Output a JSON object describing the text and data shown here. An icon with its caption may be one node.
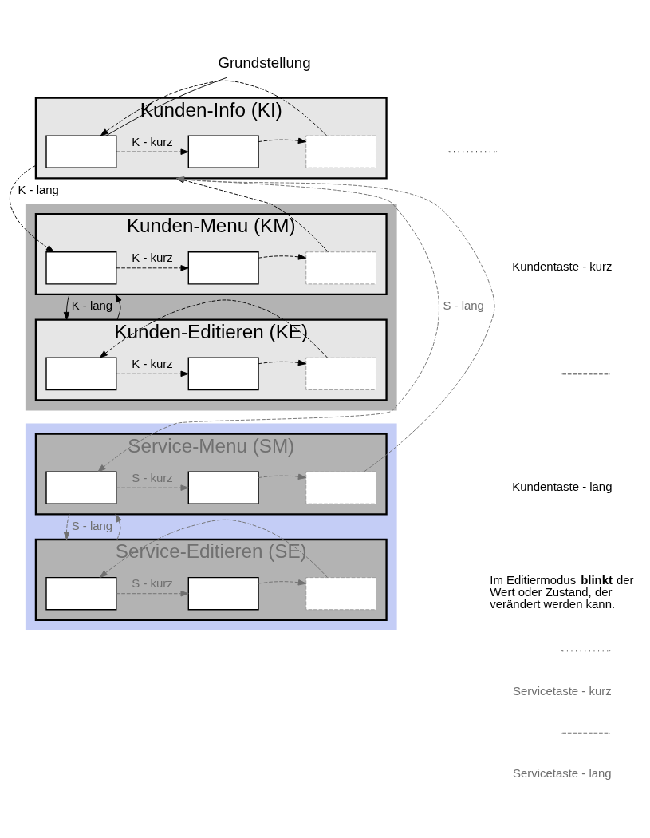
{
  "diagram": {
    "nodes": [
      {
        "text": [
          "Kunden-Info (KI)"
        ]
      },
      {
        "text": [],
        "shape": "box",
        "in": 0
      },
      {
        "text": [],
        "shape": "box",
        "in": 0
      },
      {
        "text": [],
        "shape": "box",
        "in": 0
      },
      {
        "text": [
          "Grundstellung"
        ]
      },
      {
        "text": [],
        "shape": "box"
      },
      {
        "text": [
          "Kunden-Menu (KM)"
        ],
        "in": 5
      },
      {
        "text": [],
        "shape": "box",
        "in": 6
      },
      {
        "text": [],
        "shape": "box",
        "in": 6
      },
      {
        "text": [],
        "shape": "box",
        "in": 6
      },
      {
        "text": [
          "Kunden-Editieren (KE)"
        ],
        "in": 5
      },
      {
        "text": [],
        "shape": "box",
        "in": 10
      },
      {
        "text": [],
        "shape": "box",
        "in": 10
      },
      {
        "text": [],
        "shape": "box",
        "in": 10
      },
      {
        "text": [],
        "shape": "box"
      },
      {
        "text": [
          "Service-Menu (SM)"
        ],
        "in": 14
      },
      {
        "text": [],
        "shape": "box",
        "in": 15
      },
      {
        "text": [],
        "shape": "box",
        "in": 15
      },
      {
        "text": [],
        "shape": "box",
        "in": 15
      },
      {
        "text": [
          "Service-Editieren (SE)"
        ],
        "in": 14
      },
      {
        "text": [],
        "shape": "box",
        "in": 19
      },
      {
        "text": [],
        "shape": "box",
        "in": 19
      },
      {
        "text": [],
        "shape": "box",
        "in": 19
      }
    ],
    "edges": [
      {
        "from": 1,
        "to": 2,
        "arrow": "to",
        "label": "K - kurz",
        "style": "dashed"
      },
      {
        "from": 2,
        "to": 3,
        "arrow": "to",
        "style": "dashed"
      },
      {
        "from": 3,
        "to": 1,
        "arrow": "to",
        "style": "dashed"
      },
      {
        "from": 4,
        "to": 1,
        "arrow": "none"
      },
      {
        "from": 0,
        "to": 7,
        "arrow": "to",
        "label": "K - lang",
        "style": "dashed"
      },
      {
        "from": 0,
        "to": 16,
        "arrow": "to",
        "label": "S - lang",
        "style": "dashed",
        "color": "#707070"
      },
      {
        "from": 7,
        "to": 8,
        "arrow": "to",
        "label": "K - kurz",
        "style": "dashed"
      },
      {
        "from": 8,
        "to": 9,
        "arrow": "to",
        "style": "dashed"
      },
      {
        "from": 9,
        "to": 0,
        "arrow": "to",
        "style": "dashed"
      },
      {
        "from": 6,
        "to": 10,
        "arrow": "to",
        "label": "K - lang"
      },
      {
        "from": 10,
        "to": 6,
        "arrow": "to"
      },
      {
        "from": 11,
        "to": 12,
        "arrow": "to",
        "label": "K - kurz",
        "style": "dashed"
      },
      {
        "from": 12,
        "to": 13,
        "arrow": "to",
        "style": "dashed"
      },
      {
        "from": 13,
        "to": 11,
        "arrow": "to",
        "style": "dashed"
      },
      {
        "from": 16,
        "to": 17,
        "arrow": "to",
        "label": "S - kurz",
        "style": "dashed",
        "color": "#707070"
      },
      {
        "from": 17,
        "to": 18,
        "arrow": "to",
        "style": "dashed",
        "color": "#707070"
      },
      {
        "from": 18,
        "to": 0,
        "arrow": "to",
        "style": "dashed",
        "color": "#707070"
      },
      {
        "from": 15,
        "to": 19,
        "arrow": "to",
        "label": "S - lang",
        "style": "dashed",
        "color": "#707070"
      },
      {
        "from": 19,
        "to": 15,
        "arrow": "to",
        "style": "dashed",
        "color": "#707070"
      },
      {
        "from": 20,
        "to": 21,
        "arrow": "to",
        "label": "S - kurz",
        "style": "dashed",
        "color": "#707070"
      },
      {
        "from": 21,
        "to": 22,
        "arrow": "to",
        "style": "dashed",
        "color": "#707070"
      },
      {
        "from": 22,
        "to": 20,
        "arrow": "to",
        "style": "dashed",
        "color": "#707070"
      }
    ],
    "labels": [
      "Im Editiermodus **blinkt** der Wert oder Zustand, der verändert werden kann."
    ],
    "legend": [
      {
        "text": "Kundentaste - kurz"
      },
      {
        "text": "Kundentaste - lang"
      },
      {
        "text": "Servicetaste - kurz"
      },
      {
        "text": "Servicetaste - lang"
      }
    ]
  }
}
